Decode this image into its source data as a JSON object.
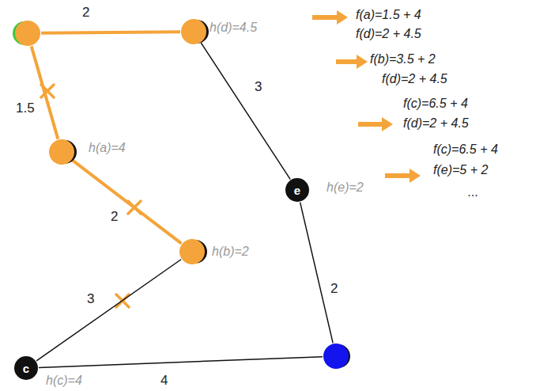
{
  "diagram": {
    "nodes": [
      {
        "text": []
      },
      {
        "text": [
          "h(d)=4.5"
        ]
      },
      {
        "text": [
          "h(a)=4"
        ]
      },
      {
        "text": [
          "e",
          "h(e)=2"
        ]
      },
      {
        "text": [
          "h(b)=2"
        ]
      },
      {
        "text": [
          "c",
          "h(c)=4"
        ]
      },
      {
        "text": []
      }
    ],
    "edges": [
      {
        "from": 0,
        "to": 1,
        "arrow": "none",
        "label": "2"
      },
      {
        "from": 0,
        "to": 2,
        "arrow": "none",
        "label": "1.5"
      },
      {
        "from": 2,
        "to": 4,
        "arrow": "none",
        "label": "2"
      },
      {
        "from": 4,
        "to": 5,
        "arrow": "none",
        "label": "3"
      },
      {
        "from": 1,
        "to": 3,
        "arrow": "none",
        "label": "3"
      },
      {
        "from": 3,
        "to": 6,
        "arrow": "none",
        "label": "2"
      },
      {
        "from": 5,
        "to": 6,
        "arrow": "none",
        "label": "4"
      }
    ],
    "labels": [
      "f(a)=1.5 + 4",
      "f(d)=2 + 4.5",
      "f(b)=3.5 + 2",
      "f(d)=2 + 4.5",
      "f(c)=6.5 + 4",
      "f(d)=2 + 4.5",
      "f(c)=6.5 + 4",
      "f(e)=5 + 2",
      "..."
    ]
  }
}
